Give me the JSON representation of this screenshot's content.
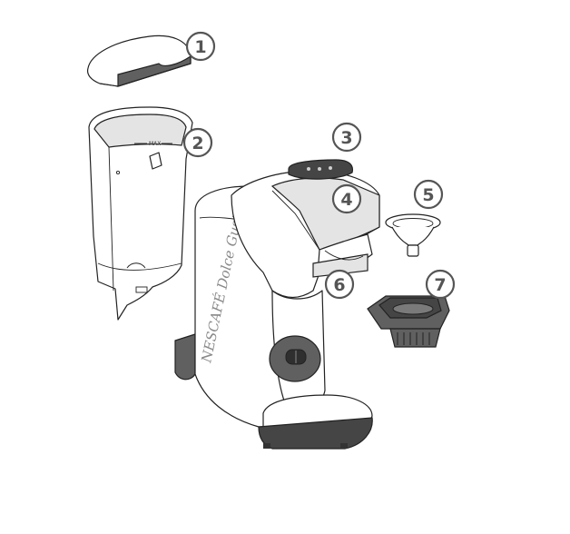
{
  "callouts": [
    {
      "id": "lid",
      "number": "1"
    },
    {
      "id": "water-tank",
      "number": "2"
    },
    {
      "id": "control-panel",
      "number": "3"
    },
    {
      "id": "capsule-holder-lever",
      "number": "4"
    },
    {
      "id": "water-filter-funnel",
      "number": "5"
    },
    {
      "id": "capsule-holder",
      "number": "6"
    },
    {
      "id": "drip-tray-grid",
      "number": "7"
    }
  ],
  "labels": {
    "tank_max": "MAX",
    "brand": "NESCAFÉ Dolce Gusto"
  }
}
